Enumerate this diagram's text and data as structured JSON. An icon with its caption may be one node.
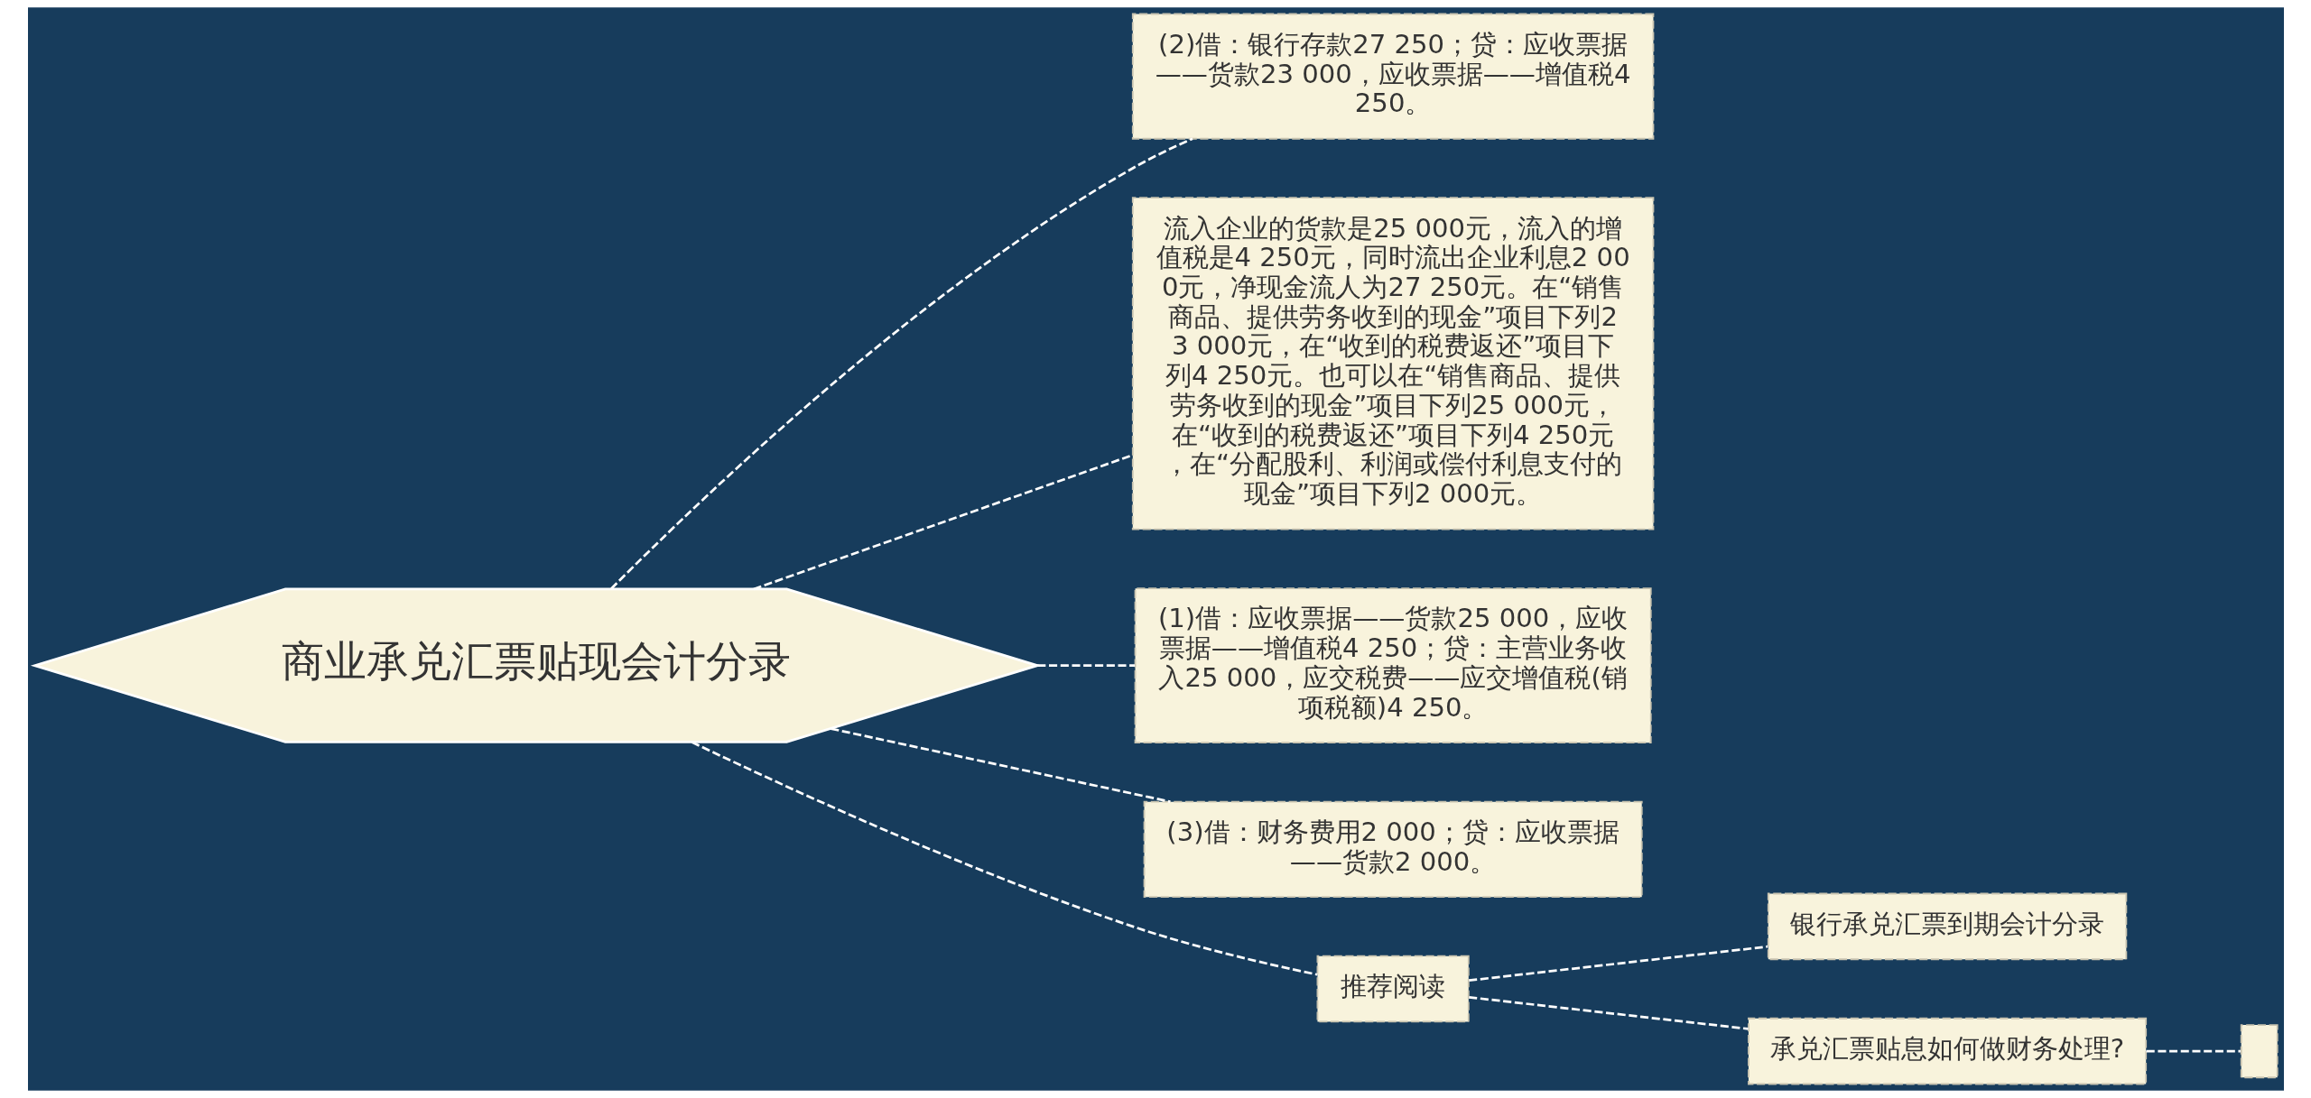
{
  "diagram": {
    "nodes": [
      {
        "text": [
          "商业承兑汇票贴现会计分录"
        ]
      },
      {
        "text": [
          "(2)借：银行存款27 250；贷：应收票据——货款23 000，应收票据——增值税4 250。"
        ]
      },
      {
        "text": [
          "流入企业的货款是25 000元，流入的增值税是4 250元，同时流出企业利息2 000元，净现金流人为27 250元。在“销售商品、提供劳务收到的现金”项目下列23 000元，在“收到的税费返还”项目下列4 250元。也可以在“销售商品、提供劳务收到的现金”项目下列25 000元，在“收到的税费返还”项目下列4 250元，在“分配股利、利润或偿付利息支付的现金”项目下列2 000元。"
        ]
      },
      {
        "text": [
          "(1)借：应收票据——货款25 000，应收票据——增值税4 250；贷：主营业务收入25 000，应交税费——应交增值税(销项税额)4 250。"
        ]
      },
      {
        "text": [
          "(3)借：财务费用2 000；贷：应收票据——货款2 000。"
        ]
      },
      {
        "text": [
          "推荐阅读"
        ]
      },
      {
        "text": [
          "银行承兑汇票到期会计分录"
        ]
      },
      {
        "text": [
          "承兑汇票贴息如何做财务处理?"
        ]
      },
      {
        "text": [],
        "shape": "box"
      }
    ],
    "edges": [
      {
        "from": 0,
        "to": 1,
        "arrow": "none",
        "style": "dashed"
      },
      {
        "from": 0,
        "to": 2,
        "arrow": "none",
        "style": "dashed"
      },
      {
        "from": 0,
        "to": 3,
        "arrow": "none",
        "style": "dashed"
      },
      {
        "from": 0,
        "to": 4,
        "arrow": "none",
        "style": "dashed"
      },
      {
        "from": 0,
        "to": 5,
        "arrow": "none",
        "style": "dashed"
      },
      {
        "from": 5,
        "to": 6,
        "arrow": "none",
        "style": "dashed"
      },
      {
        "from": 5,
        "to": 7,
        "arrow": "none",
        "style": "dashed"
      },
      {
        "from": 7,
        "to": 8,
        "arrow": "none",
        "style": "dashed"
      }
    ]
  }
}
